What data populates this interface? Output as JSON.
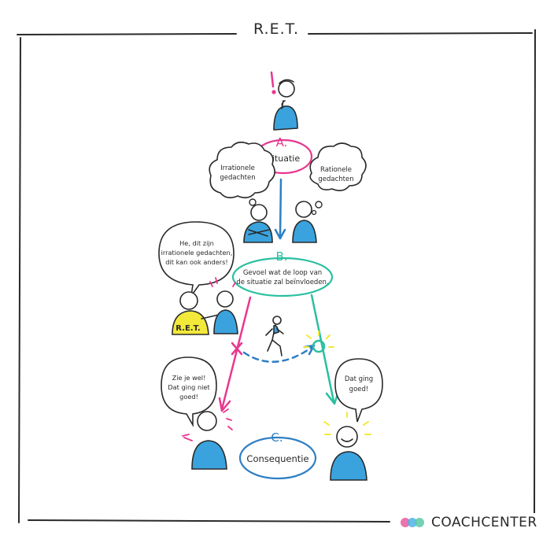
{
  "title": "R.E.T.",
  "nodes": {
    "a": {
      "letter": "A.",
      "label": "Situatie"
    },
    "b": {
      "letter": "B.",
      "text_line1": "Gevoel wat de loop van",
      "text_line2": "de situatie zal beïnvloeden."
    },
    "c": {
      "letter": "C.",
      "label": "Consequentie"
    }
  },
  "clouds": {
    "irrational": {
      "line1": "Irrationele",
      "line2": "gedachten"
    },
    "rational": {
      "line1": "Rationele",
      "line2": "gedachten"
    }
  },
  "speech": {
    "ret_coach": {
      "line1": "He, dit zijn",
      "line2": "irrationele gedachten,",
      "line3": "dit kan ook anders!"
    },
    "negative": {
      "line1": "Zie je wel!",
      "line2": "Dat ging niet",
      "line3": "goed!"
    },
    "positive": {
      "line1": "Dat ging",
      "line2": "goed!"
    }
  },
  "shirt_label": "R.E.T.",
  "brand": {
    "name": "COACHCENTER"
  },
  "colors": {
    "pink": "#e8378f",
    "teal": "#2bbfa0",
    "blue": "#2e7fc4",
    "shirt_blue": "#3aa3de",
    "yellow": "#f2e93a",
    "ink": "#2a2a2a",
    "brand_dot_1": "#e85aa0",
    "brand_dot_2": "#4fb3e6",
    "brand_dot_3": "#5cc9a7"
  }
}
